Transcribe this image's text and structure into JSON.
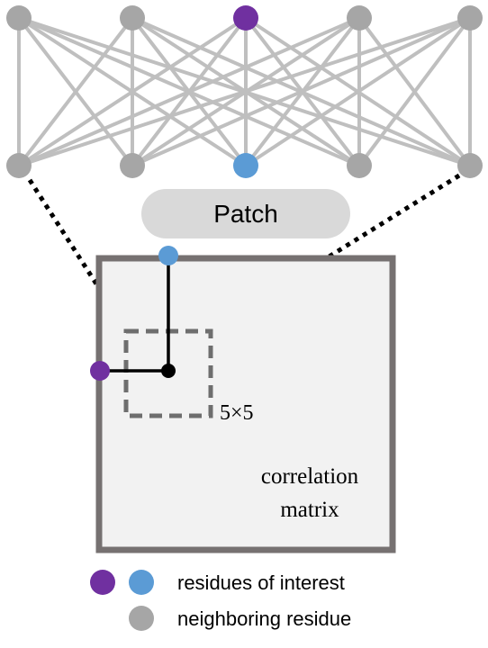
{
  "diagram": {
    "patch_label": "Patch",
    "window_label": "5×5",
    "matrix_label": [
      "correlation",
      "matrix"
    ],
    "legend": {
      "interest_label": "residues of interest",
      "neighbor_label": "neighboring residue"
    }
  },
  "colors": {
    "purple": "#7030A0",
    "blue": "#5B9BD5",
    "gray_node": "#A6A6A6",
    "edge": "#BFBFBF",
    "patch_fill": "#D9D9D9",
    "matrix_fill": "#F2F2F2",
    "matrix_border": "#767171",
    "window_border": "#6E6E6E",
    "black": "#000000"
  }
}
